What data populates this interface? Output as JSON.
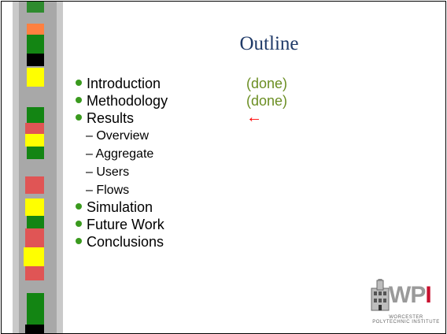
{
  "slide": {
    "title": "Outline",
    "bullets": [
      {
        "label": "Introduction",
        "status": "(done)"
      },
      {
        "label": "Methodology",
        "status": "(done)"
      },
      {
        "label": "Results",
        "marker": "←"
      }
    ],
    "subitems": [
      "– Overview",
      "– Aggregate",
      "– Users",
      "– Flows"
    ],
    "bullets_after": [
      "Simulation",
      "Future Work",
      "Conclusions"
    ],
    "bullet_color": "#3a9a1e",
    "status_color": "#6b8e23",
    "title_color": "#1f3a68",
    "marker_color": "#ff0000"
  },
  "logo": {
    "letters": [
      "W",
      "P",
      "I"
    ],
    "subtitle": "WORCESTER POLYTECHNIC INSTITUTE",
    "icon": "building-icon"
  }
}
